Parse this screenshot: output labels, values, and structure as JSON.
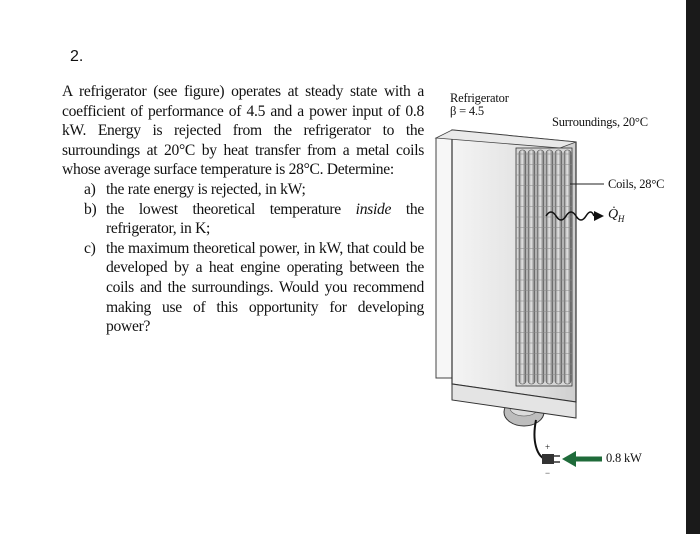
{
  "question_number": "2.",
  "problem": {
    "intro": "A refrigerator (see figure) operates at steady state with a coefficient of performance of 4.5 and a power input of 0.8 kW. Energy is rejected from the refrigerator to the surroundings at 20°C by heat transfer from a metal coils whose average surface temperature is 28°C. Determine:",
    "items": [
      {
        "marker": "a)",
        "text": "the rate energy is rejected, in kW;"
      },
      {
        "marker": "b)",
        "text_before": "the lowest theoretical temperature ",
        "emph": "inside",
        "text_after": " the refrigerator, in K;"
      },
      {
        "marker": "c)",
        "text": "the maximum theoretical power, in kW, that could be developed by a heat engine operating between the coils and the surroundings. Would you recommend making use of this opportunity for developing power?"
      }
    ]
  },
  "figure": {
    "refrigerator_label": "Refrigerator",
    "beta_label": "β = 4.5",
    "surroundings_label": "Surroundings, 20°C",
    "coils_label": "Coils, 28°C",
    "heat_label": "Q̇",
    "heat_subscript": "H",
    "power_label": "0.8 kW",
    "colors": {
      "arrow": "#1f6b3a",
      "outline": "#222222"
    }
  }
}
